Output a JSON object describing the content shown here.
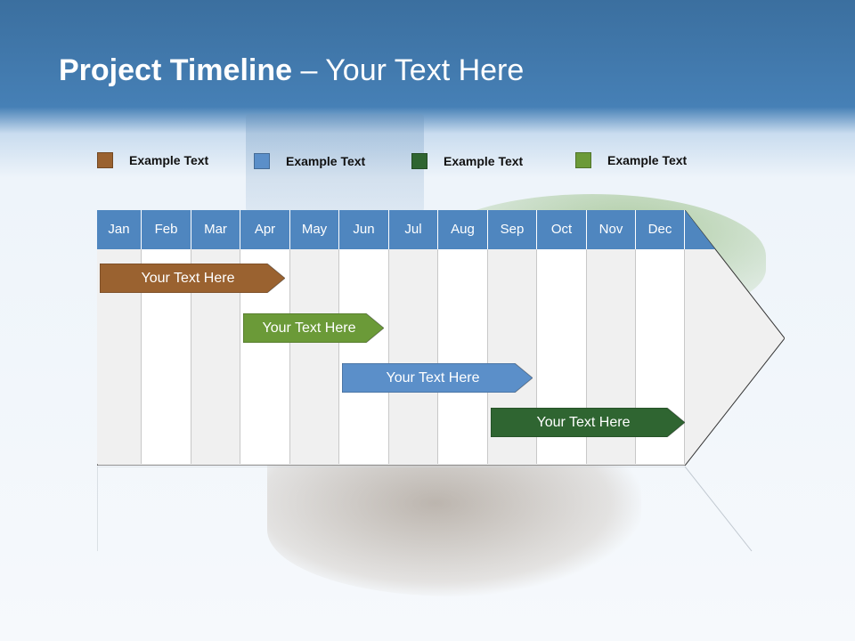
{
  "title": {
    "bold": "Project Timeline",
    "dash": "–",
    "rest": "Your Text Here"
  },
  "colors": {
    "header_blue": "#4f86bf",
    "brown": "#9a6230",
    "blue": "#5b8fc9",
    "dark_green": "#2f6531",
    "light_green": "#6b9a38"
  },
  "legend": [
    {
      "label": "Example Text",
      "color": "#9a6230"
    },
    {
      "label": "Example Text",
      "color": "#5b8fc9"
    },
    {
      "label": "Example Text",
      "color": "#2f6531"
    },
    {
      "label": "Example Text",
      "color": "#6b9a38"
    }
  ],
  "months": [
    "Jan",
    "Feb",
    "Mar",
    "Apr",
    "May",
    "Jun",
    "Jul",
    "Aug",
    "Sep",
    "Oct",
    "Nov",
    "Dec"
  ],
  "bars": [
    {
      "label": "Your  Text Here",
      "start": "Jan",
      "end": "Apr",
      "color": "#9a6230",
      "text_color": "#ffffff"
    },
    {
      "label": "Your  Text Here",
      "start": "Apr",
      "end": "Jun",
      "color": "#6b9a38",
      "text_color": "#ffffff"
    },
    {
      "label": "Your  Text Here",
      "start": "Jun",
      "end": "Sep",
      "color": "#5b8fc9",
      "text_color": "#ffffff"
    },
    {
      "label": "Your  Text Here",
      "start": "Sep",
      "end": "Dec",
      "color": "#2f6531",
      "text_color": "#ffffff"
    }
  ]
}
